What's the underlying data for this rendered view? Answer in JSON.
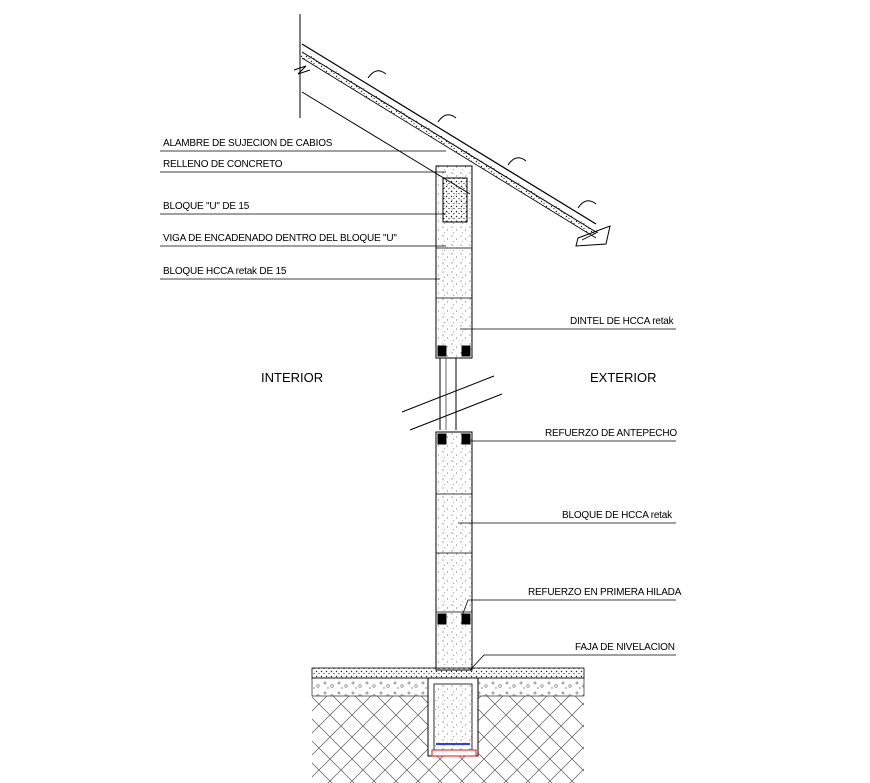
{
  "zones": {
    "interior": "INTERIOR",
    "exterior": "EXTERIOR"
  },
  "labels_left": [
    "ALAMBRE DE SUJECION DE CABIOS",
    "RELLENO DE CONCRETO",
    "BLOQUE \"U\" DE 15",
    "VIGA DE ENCADENADO DENTRO DEL BLOQUE \"U\"",
    "BLOQUE HCCA retak DE 15"
  ],
  "labels_right": [
    "DINTEL DE HCCA retak",
    "REFUERZO DE ANTEPECHO",
    "BLOQUE DE HCCA retak",
    "REFUERZO EN PRIMERA HILADA",
    "FAJA DE NIVELACION"
  ],
  "colors": {
    "line": "#000000",
    "rebar_blue": "#2a3cff",
    "rebar_red": "#e01010"
  }
}
